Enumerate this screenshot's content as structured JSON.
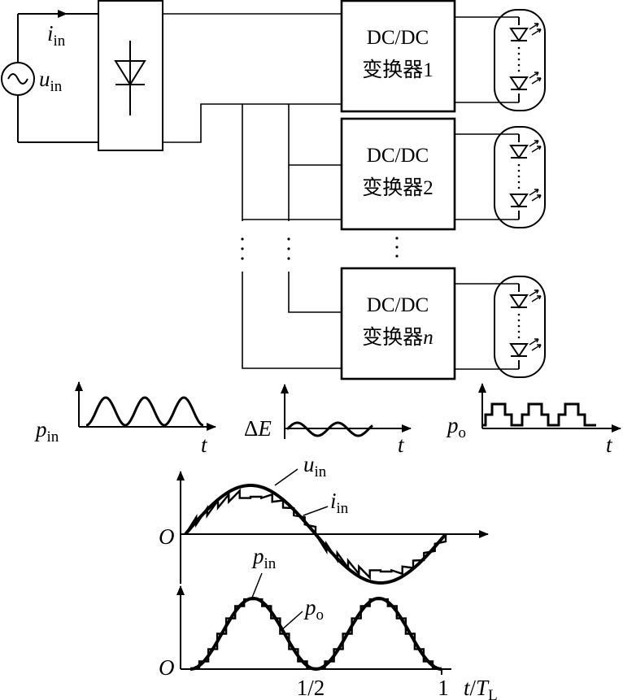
{
  "source": {
    "current": {
      "main": "i",
      "sub": "in"
    },
    "voltage": {
      "main": "u",
      "sub": "in"
    }
  },
  "converters": [
    {
      "line1": "DC/DC",
      "line2": "变换器",
      "index": "1",
      "index_italic": false
    },
    {
      "line1": "DC/DC",
      "line2": "变换器",
      "index": "2",
      "index_italic": false
    },
    {
      "line1": "DC/DC",
      "line2": "变换器",
      "index": "n",
      "index_italic": true
    }
  ],
  "waveforms": {
    "pin": {
      "main": "p",
      "sub": "in",
      "axis": "t"
    },
    "dE": {
      "main": "E",
      "prefix": "Δ",
      "axis": "t"
    },
    "po": {
      "main": "p",
      "sub": "o",
      "axis": "t"
    }
  },
  "chart_data": [
    {
      "type": "line",
      "xlabel": "",
      "ylabel": "",
      "origin_label": "O",
      "x": [
        0,
        0.25,
        0.5,
        0.75,
        1
      ],
      "series": [
        {
          "name": "u_in",
          "label_main": "u",
          "label_sub": "in",
          "values": [
            0,
            1,
            0,
            -1,
            0
          ]
        },
        {
          "name": "i_in",
          "label_main": "i",
          "label_sub": "in",
          "style": "staircase-sawtooth",
          "values": [
            0,
            0.8,
            0,
            -0.8,
            0
          ]
        }
      ]
    },
    {
      "type": "line",
      "origin_label": "O",
      "x_ticks": [
        "1/2",
        "1"
      ],
      "xlabel": {
        "main": "t",
        "sep": "/",
        "den": "T",
        "den_sub": "L"
      },
      "x": [
        0,
        0.25,
        0.5,
        0.75,
        1
      ],
      "series": [
        {
          "name": "p_in",
          "label_main": "p",
          "label_sub": "in",
          "values": [
            0,
            1,
            0,
            1,
            0
          ]
        },
        {
          "name": "p_o",
          "label_main": "p",
          "label_sub": "o",
          "style": "staircase",
          "values": [
            0,
            1,
            0,
            1,
            0
          ]
        }
      ]
    }
  ]
}
